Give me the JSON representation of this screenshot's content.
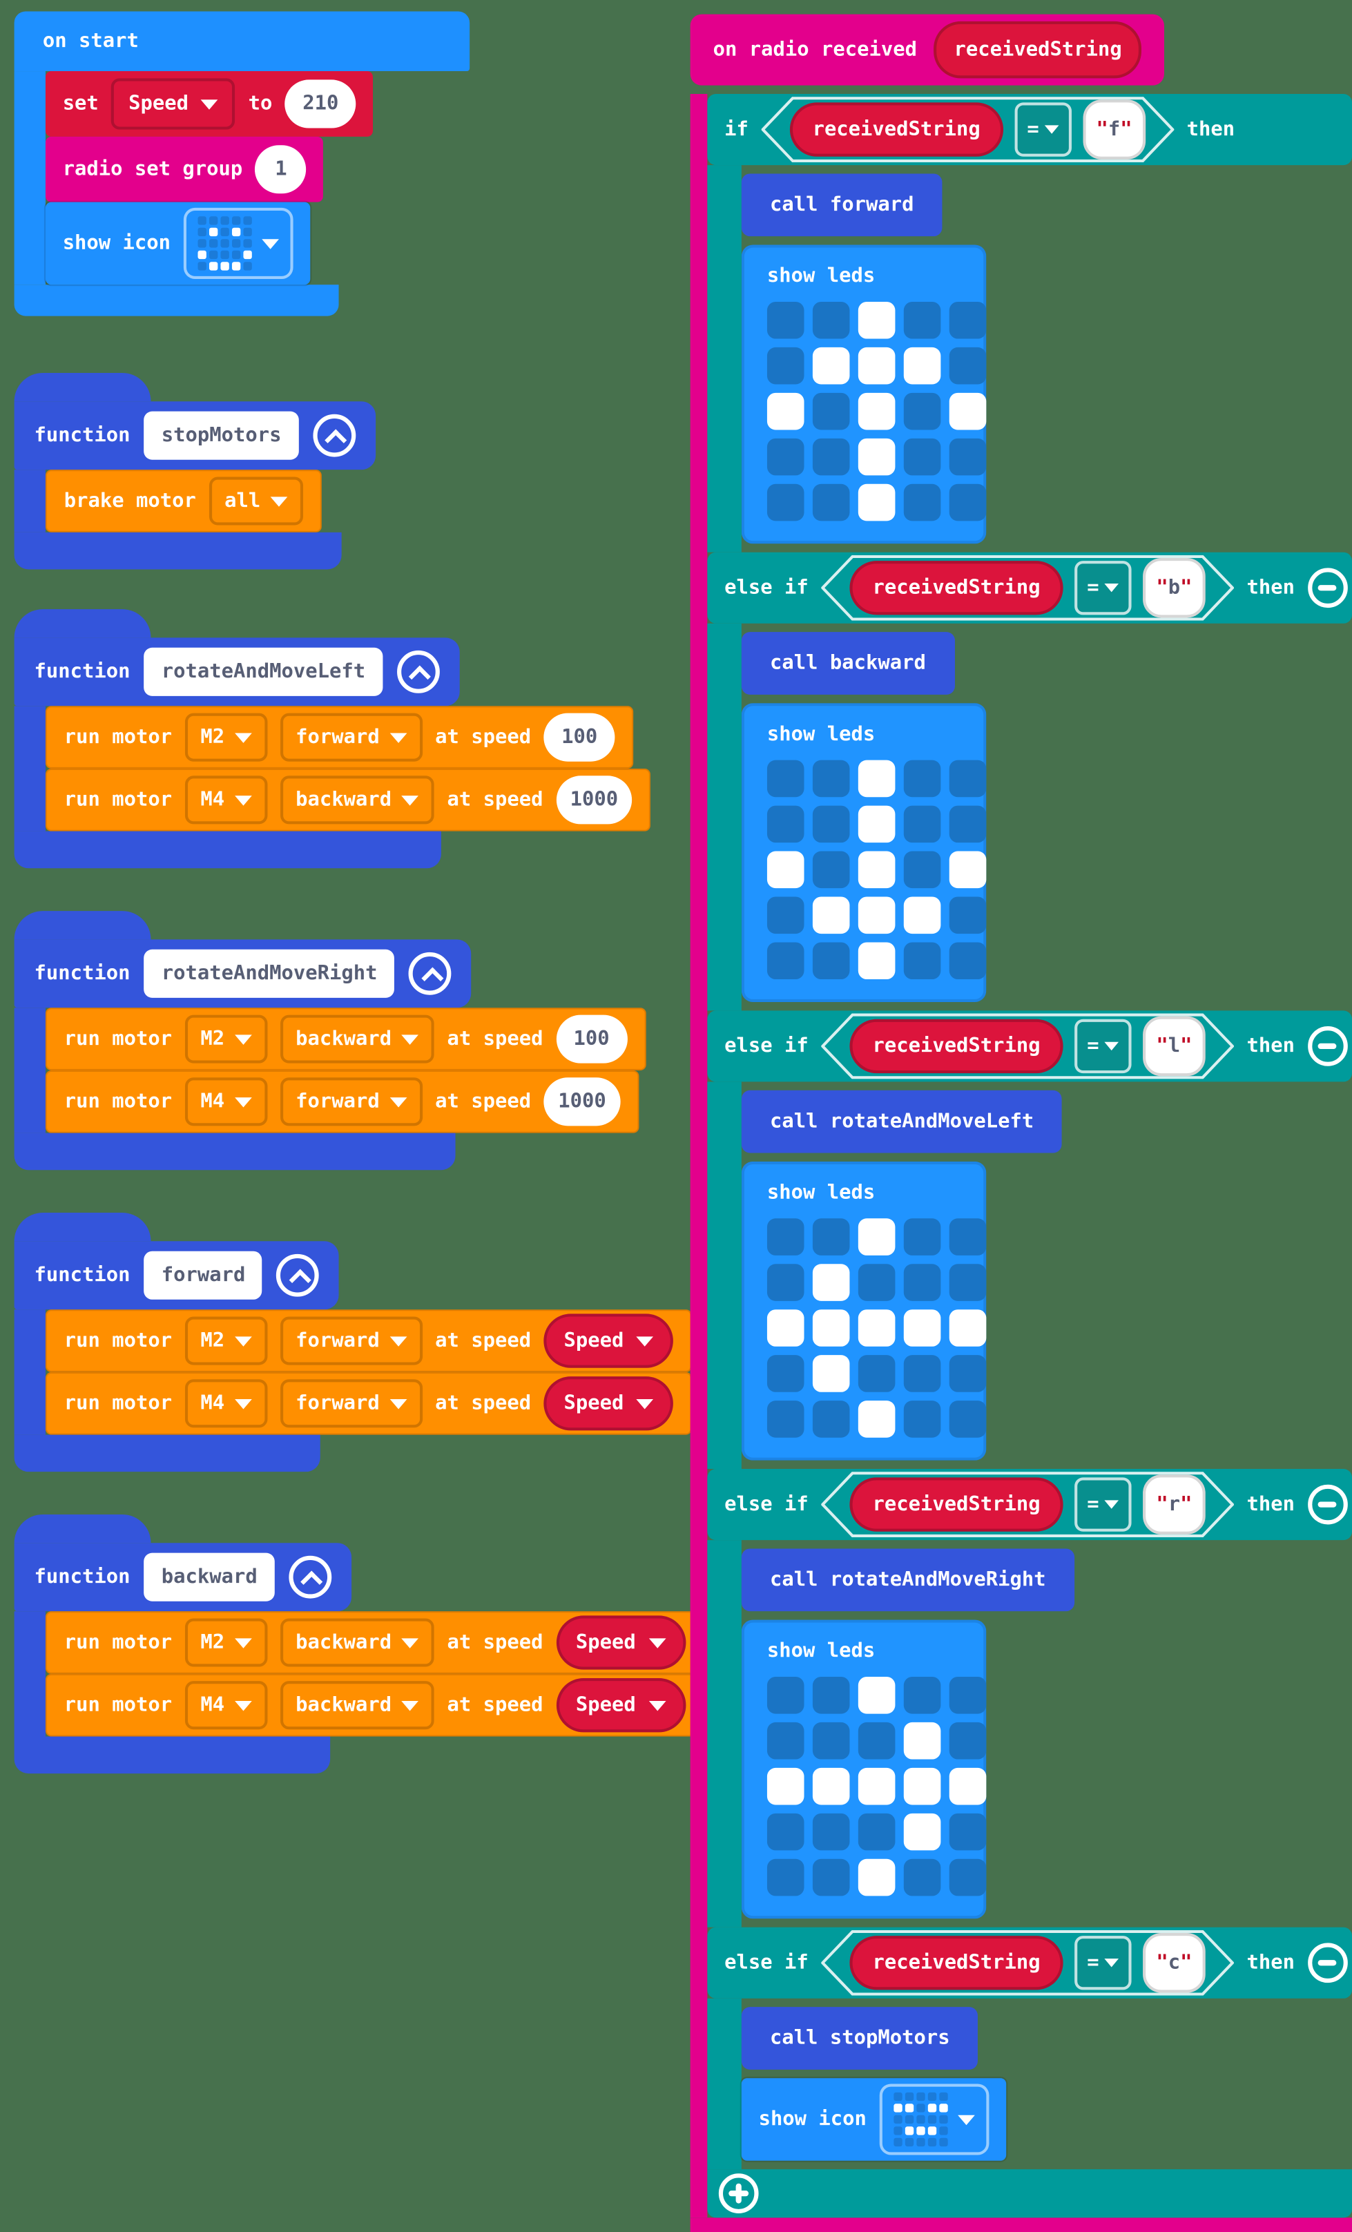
{
  "strings": {
    "quote": "\""
  },
  "colors": {
    "workspace_bg": "#47714D",
    "basic_blue": "#1E90FF",
    "led_block_bg": "#2094FF",
    "led_off": "#1A74C4",
    "led_on": "#FFFFFF",
    "functions_blue": "#3455DB",
    "variables_crimson": "#DC143C",
    "radio_magenta": "#E3008C",
    "logic_teal": "#009B9B",
    "motor_orange": "#FF8F00",
    "field_text": "#575E75"
  },
  "on_start": {
    "title": "on start",
    "set_block": {
      "set": "set",
      "variable": "Speed",
      "to": "to",
      "value": "210"
    },
    "radio_block": {
      "label": "radio set group",
      "value": "1"
    },
    "icon_block": {
      "label": "show icon",
      "icon_name": "happy-face-icon",
      "pattern": [
        "00000",
        "01010",
        "00000",
        "10001",
        "01110"
      ]
    }
  },
  "functions": [
    {
      "keyword": "function",
      "name": "stopMotors",
      "body": [
        {
          "label": "brake motor",
          "motor": "all"
        }
      ]
    },
    {
      "keyword": "function",
      "name": "rotateAndMoveLeft",
      "body": [
        {
          "label": "run motor",
          "motor": "M2",
          "direction": "forward",
          "at": "at speed",
          "speed": "100"
        },
        {
          "label": "run motor",
          "motor": "M4",
          "direction": "backward",
          "at": "at speed",
          "speed": "1000"
        }
      ]
    },
    {
      "keyword": "function",
      "name": "rotateAndMoveRight",
      "body": [
        {
          "label": "run motor",
          "motor": "M2",
          "direction": "backward",
          "at": "at speed",
          "speed": "100"
        },
        {
          "label": "run motor",
          "motor": "M4",
          "direction": "forward",
          "at": "at speed",
          "speed": "1000"
        }
      ]
    },
    {
      "keyword": "function",
      "name": "forward",
      "body": [
        {
          "label": "run motor",
          "motor": "M2",
          "direction": "forward",
          "at": "at speed",
          "speed": "Speed"
        },
        {
          "label": "run motor",
          "motor": "M4",
          "direction": "forward",
          "at": "at speed",
          "speed": "Speed"
        }
      ]
    },
    {
      "keyword": "function",
      "name": "backward",
      "body": [
        {
          "label": "run motor",
          "motor": "M2",
          "direction": "backward",
          "at": "at speed",
          "speed": "Speed"
        },
        {
          "label": "run motor",
          "motor": "M4",
          "direction": "backward",
          "at": "at speed",
          "speed": "Speed"
        }
      ]
    }
  ],
  "on_radio": {
    "title": "on radio received",
    "param": "receivedString",
    "branches": [
      {
        "prefix": "if",
        "left": "receivedString",
        "op": "=",
        "value": "f",
        "then": "then",
        "call": "call forward",
        "leds_label": "show leds",
        "leds": [
          "00100",
          "01110",
          "10101",
          "00100",
          "00100"
        ]
      },
      {
        "prefix": "else if",
        "left": "receivedString",
        "op": "=",
        "value": "b",
        "then": "then",
        "call": "call backward",
        "leds_label": "show leds",
        "leds": [
          "00100",
          "00100",
          "10101",
          "01110",
          "00100"
        ]
      },
      {
        "prefix": "else if",
        "left": "receivedString",
        "op": "=",
        "value": "l",
        "then": "then",
        "call": "call rotateAndMoveLeft",
        "leds_label": "show leds",
        "leds": [
          "00100",
          "01000",
          "11111",
          "01000",
          "00100"
        ]
      },
      {
        "prefix": "else if",
        "left": "receivedString",
        "op": "=",
        "value": "r",
        "then": "then",
        "call": "call rotateAndMoveRight",
        "leds_label": "show leds",
        "leds": [
          "00100",
          "00010",
          "11111",
          "00010",
          "00100"
        ]
      },
      {
        "prefix": "else if",
        "left": "receivedString",
        "op": "=",
        "value": "c",
        "then": "then",
        "call": "call stopMotors",
        "icon_block": {
          "label": "show icon",
          "icon_name": "asleep-face-icon",
          "pattern": [
            "00000",
            "11011",
            "00000",
            "01110",
            "00000"
          ]
        }
      }
    ]
  }
}
